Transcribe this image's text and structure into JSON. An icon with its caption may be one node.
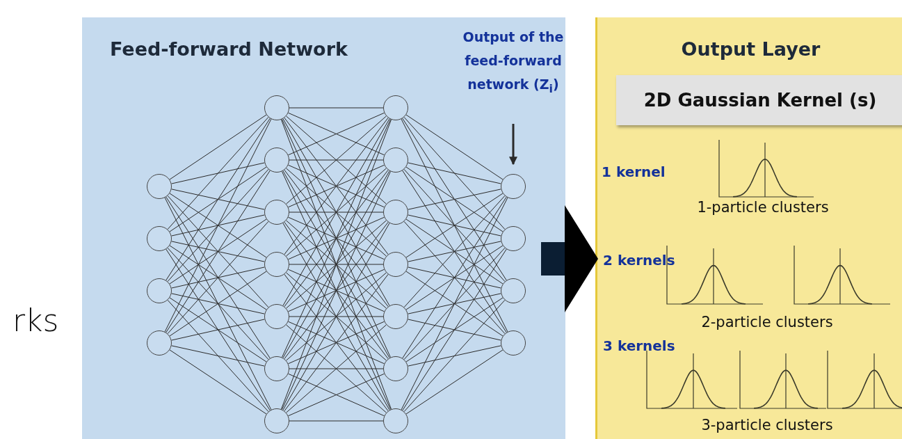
{
  "diagram": {
    "nodes": [
      {
        "text": [
          "Feed-forward Network"
        ]
      },
      {
        "text": [
          "Output of the feed-forward network (Z$_{i}$)"
        ],
        "in": 0
      },
      {
        "text": [],
        "shape": "circle",
        "in": 0
      },
      {
        "text": [],
        "shape": "circle",
        "in": 0
      },
      {
        "text": [],
        "shape": "circle",
        "in": 0
      },
      {
        "text": [],
        "shape": "circle",
        "in": 0
      },
      {
        "text": [],
        "shape": "circle",
        "in": 0
      },
      {
        "text": [],
        "shape": "circle",
        "in": 0
      },
      {
        "text": [],
        "shape": "circle",
        "in": 0
      },
      {
        "text": [],
        "shape": "circle",
        "in": 0
      },
      {
        "text": [],
        "shape": "circle",
        "in": 0
      },
      {
        "text": [],
        "shape": "circle",
        "in": 0
      },
      {
        "text": [],
        "shape": "circle",
        "in": 0
      },
      {
        "text": [],
        "shape": "circle",
        "in": 0
      },
      {
        "text": [],
        "shape": "circle",
        "in": 0
      },
      {
        "text": [],
        "shape": "circle",
        "in": 0
      },
      {
        "text": [],
        "shape": "circle",
        "in": 0
      },
      {
        "text": [],
        "shape": "circle",
        "in": 0
      },
      {
        "text": [],
        "shape": "circle",
        "in": 0
      },
      {
        "text": [],
        "shape": "circle",
        "in": 0
      },
      {
        "text": [],
        "shape": "circle",
        "in": 0
      },
      {
        "text": [],
        "shape": "circle",
        "in": 0
      },
      {
        "text": [],
        "shape": "circle",
        "in": 0
      },
      {
        "text": [],
        "shape": "circle",
        "in": 0
      },
      {
        "text": [
          "Output Layer"
        ]
      },
      {
        "text": [
          "2D Gaussian Kernel (s)"
        ],
        "in": 24
      }
    ],
    "edges": [
      {
        "from": 1,
        "to": 20,
        "arrow": "to",
        "style": "thick"
      },
      {
        "from": 0,
        "to": 24,
        "arrow": "to",
        "style": "thick",
        "color": "#000000"
      },
      {
        "from": 2,
        "to": 6,
        "arrow": "none"
      },
      {
        "from": 2,
        "to": 7,
        "arrow": "none"
      },
      {
        "from": 2,
        "to": 8,
        "arrow": "none"
      },
      {
        "from": 2,
        "to": 9,
        "arrow": "none"
      },
      {
        "from": 2,
        "to": 10,
        "arrow": "none"
      },
      {
        "from": 2,
        "to": 11,
        "arrow": "none"
      },
      {
        "from": 2,
        "to": 12,
        "arrow": "none"
      },
      {
        "from": 3,
        "to": 6,
        "arrow": "none"
      },
      {
        "from": 3,
        "to": 7,
        "arrow": "none"
      },
      {
        "from": 3,
        "to": 8,
        "arrow": "none"
      },
      {
        "from": 3,
        "to": 9,
        "arrow": "none"
      },
      {
        "from": 3,
        "to": 10,
        "arrow": "none"
      },
      {
        "from": 3,
        "to": 11,
        "arrow": "none"
      },
      {
        "from": 3,
        "to": 12,
        "arrow": "none"
      },
      {
        "from": 4,
        "to": 6,
        "arrow": "none"
      },
      {
        "from": 4,
        "to": 7,
        "arrow": "none"
      },
      {
        "from": 4,
        "to": 8,
        "arrow": "none"
      },
      {
        "from": 4,
        "to": 9,
        "arrow": "none"
      },
      {
        "from": 4,
        "to": 10,
        "arrow": "none"
      },
      {
        "from": 4,
        "to": 11,
        "arrow": "none"
      },
      {
        "from": 4,
        "to": 12,
        "arrow": "none"
      },
      {
        "from": 5,
        "to": 6,
        "arrow": "none"
      },
      {
        "from": 5,
        "to": 7,
        "arrow": "none"
      },
      {
        "from": 5,
        "to": 8,
        "arrow": "none"
      },
      {
        "from": 5,
        "to": 9,
        "arrow": "none"
      },
      {
        "from": 5,
        "to": 10,
        "arrow": "none"
      },
      {
        "from": 5,
        "to": 11,
        "arrow": "none"
      },
      {
        "from": 5,
        "to": 12,
        "arrow": "none"
      },
      {
        "from": 6,
        "to": 13,
        "arrow": "none"
      },
      {
        "from": 6,
        "to": 14,
        "arrow": "none"
      },
      {
        "from": 6,
        "to": 15,
        "arrow": "none"
      },
      {
        "from": 6,
        "to": 16,
        "arrow": "none"
      },
      {
        "from": 6,
        "to": 17,
        "arrow": "none"
      },
      {
        "from": 6,
        "to": 18,
        "arrow": "none"
      },
      {
        "from": 6,
        "to": 19,
        "arrow": "none"
      },
      {
        "from": 7,
        "to": 13,
        "arrow": "none"
      },
      {
        "from": 7,
        "to": 14,
        "arrow": "none"
      },
      {
        "from": 7,
        "to": 15,
        "arrow": "none"
      },
      {
        "from": 7,
        "to": 16,
        "arrow": "none"
      },
      {
        "from": 7,
        "to": 17,
        "arrow": "none"
      },
      {
        "from": 7,
        "to": 18,
        "arrow": "none"
      },
      {
        "from": 7,
        "to": 19,
        "arrow": "none"
      },
      {
        "from": 8,
        "to": 13,
        "arrow": "none"
      },
      {
        "from": 8,
        "to": 14,
        "arrow": "none"
      },
      {
        "from": 8,
        "to": 15,
        "arrow": "none"
      },
      {
        "from": 8,
        "to": 16,
        "arrow": "none"
      },
      {
        "from": 8,
        "to": 17,
        "arrow": "none"
      },
      {
        "from": 8,
        "to": 18,
        "arrow": "none"
      },
      {
        "from": 8,
        "to": 19,
        "arrow": "none"
      },
      {
        "from": 9,
        "to": 13,
        "arrow": "none"
      },
      {
        "from": 9,
        "to": 14,
        "arrow": "none"
      },
      {
        "from": 9,
        "to": 15,
        "arrow": "none"
      },
      {
        "from": 9,
        "to": 16,
        "arrow": "none"
      },
      {
        "from": 9,
        "to": 17,
        "arrow": "none"
      },
      {
        "from": 9,
        "to": 18,
        "arrow": "none"
      },
      {
        "from": 9,
        "to": 19,
        "arrow": "none"
      },
      {
        "from": 10,
        "to": 13,
        "arrow": "none"
      },
      {
        "from": 10,
        "to": 14,
        "arrow": "none"
      },
      {
        "from": 10,
        "to": 15,
        "arrow": "none"
      },
      {
        "from": 10,
        "to": 16,
        "arrow": "none"
      },
      {
        "from": 10,
        "to": 17,
        "arrow": "none"
      },
      {
        "from": 10,
        "to": 18,
        "arrow": "none"
      },
      {
        "from": 10,
        "to": 19,
        "arrow": "none"
      },
      {
        "from": 11,
        "to": 13,
        "arrow": "none"
      },
      {
        "from": 11,
        "to": 14,
        "arrow": "none"
      },
      {
        "from": 11,
        "to": 15,
        "arrow": "none"
      },
      {
        "from": 11,
        "to": 16,
        "arrow": "none"
      },
      {
        "from": 11,
        "to": 17,
        "arrow": "none"
      },
      {
        "from": 11,
        "to": 18,
        "arrow": "none"
      },
      {
        "from": 11,
        "to": 19,
        "arrow": "none"
      },
      {
        "from": 12,
        "to": 13,
        "arrow": "none"
      },
      {
        "from": 12,
        "to": 14,
        "arrow": "none"
      },
      {
        "from": 12,
        "to": 15,
        "arrow": "none"
      },
      {
        "from": 12,
        "to": 16,
        "arrow": "none"
      },
      {
        "from": 12,
        "to": 17,
        "arrow": "none"
      },
      {
        "from": 12,
        "to": 18,
        "arrow": "none"
      },
      {
        "from": 12,
        "to": 19,
        "arrow": "none"
      },
      {
        "from": 13,
        "to": 20,
        "arrow": "none"
      },
      {
        "from": 13,
        "to": 21,
        "arrow": "none"
      },
      {
        "from": 13,
        "to": 22,
        "arrow": "none"
      },
      {
        "from": 13,
        "to": 23,
        "arrow": "none"
      },
      {
        "from": 14,
        "to": 20,
        "arrow": "none"
      },
      {
        "from": 14,
        "to": 21,
        "arrow": "none"
      },
      {
        "from": 14,
        "to": 22,
        "arrow": "none"
      },
      {
        "from": 14,
        "to": 23,
        "arrow": "none"
      },
      {
        "from": 15,
        "to": 20,
        "arrow": "none"
      },
      {
        "from": 15,
        "to": 21,
        "arrow": "none"
      },
      {
        "from": 15,
        "to": 22,
        "arrow": "none"
      },
      {
        "from": 15,
        "to": 23,
        "arrow": "none"
      },
      {
        "from": 16,
        "to": 20,
        "arrow": "none"
      },
      {
        "from": 16,
        "to": 21,
        "arrow": "none"
      },
      {
        "from": 16,
        "to": 22,
        "arrow": "none"
      },
      {
        "from": 16,
        "to": 23,
        "arrow": "none"
      },
      {
        "from": 17,
        "to": 20,
        "arrow": "none"
      },
      {
        "from": 17,
        "to": 21,
        "arrow": "none"
      },
      {
        "from": 17,
        "to": 22,
        "arrow": "none"
      },
      {
        "from": 17,
        "to": 23,
        "arrow": "none"
      },
      {
        "from": 18,
        "to": 20,
        "arrow": "none"
      },
      {
        "from": 18,
        "to": 21,
        "arrow": "none"
      },
      {
        "from": 18,
        "to": 22,
        "arrow": "none"
      },
      {
        "from": 18,
        "to": 23,
        "arrow": "none"
      },
      {
        "from": 19,
        "to": 20,
        "arrow": "none"
      },
      {
        "from": 19,
        "to": 21,
        "arrow": "none"
      },
      {
        "from": 19,
        "to": 22,
        "arrow": "none"
      },
      {
        "from": 19,
        "to": 23,
        "arrow": "none"
      }
    ],
    "labels": [
      "rks",
      "1 kernel",
      "1-particle clusters",
      "2 kernels",
      "2-particle clusters",
      "3 kernels",
      "3-particle clusters"
    ]
  }
}
